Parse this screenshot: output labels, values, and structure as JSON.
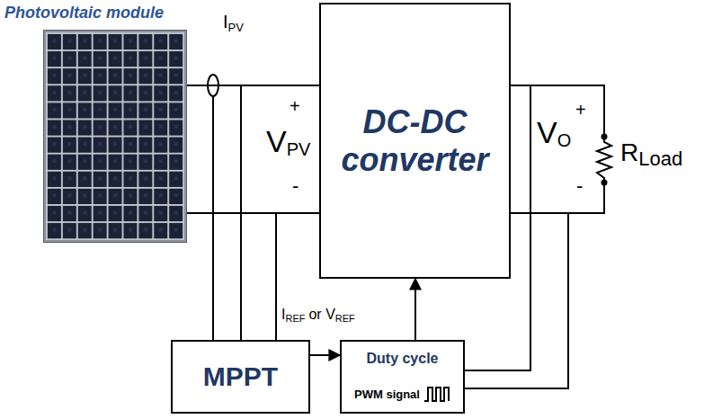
{
  "diagram": {
    "nodes": [
      {
        "text": [
          "Photovoltaic module"
        ]
      },
      {
        "text": [
          "DC-DC converter"
        ]
      },
      {
        "text": [
          "MPPT"
        ]
      },
      {
        "text": [
          "Duty cycle",
          "PWM signal"
        ]
      }
    ],
    "edges": [
      {
        "from": 0,
        "to": 1,
        "arrow": "none"
      },
      {
        "from": 0,
        "to": 1,
        "arrow": "none"
      },
      {
        "from": 2,
        "to": 3,
        "arrow": "to"
      },
      {
        "from": 3,
        "to": 1,
        "arrow": "to"
      }
    ],
    "labels": [
      "I",
      "PV",
      "+",
      "V",
      "PV",
      "-",
      "I",
      "REF",
      "or V",
      "REF",
      "+",
      "V",
      "O",
      "-",
      "R",
      "Load"
    ]
  }
}
